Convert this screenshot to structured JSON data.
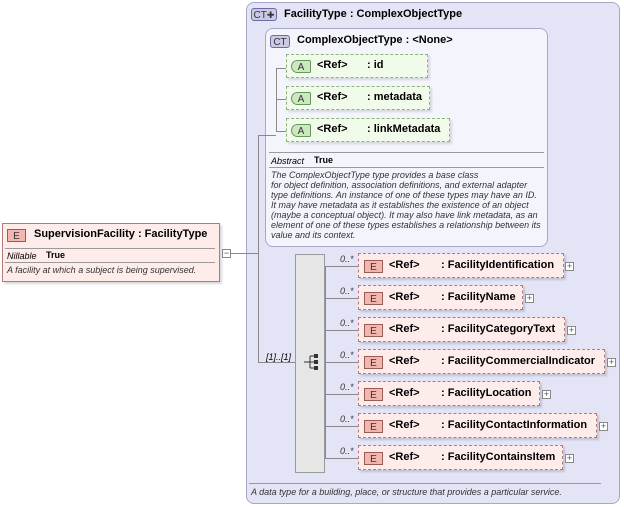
{
  "facility_type": {
    "badge": "CT",
    "name": "FacilityType",
    "base": ": ComplexObjectType",
    "doc": "A data type for a building, place, or structure that provides a particular service."
  },
  "complex_object_type": {
    "badge": "CT",
    "name": "ComplexObjectType",
    "base": ": <None>",
    "attributes": [
      {
        "badge": "A",
        "ref": "<Ref>",
        "name": ": id"
      },
      {
        "badge": "A",
        "ref": "<Ref>",
        "name": ": metadata"
      },
      {
        "badge": "A",
        "ref": "<Ref>",
        "name": ": linkMetadata"
      }
    ],
    "abstract_label": "Abstract",
    "abstract_value": "True",
    "doc_lines": [
      "The ComplexObjectType type provides a base class",
      "for object definition, association definitions, and external adapter",
      "type definitions. An instance of one of these types may have an ID.",
      "It may have metadata as it establishes the existence of an object",
      "(maybe a conceptual object). It may also have link metadata, as an",
      "element of one of these types establishes a relationship between its",
      "value and its context."
    ]
  },
  "supervision_facility": {
    "badge": "E",
    "name": "SupervisionFacility",
    "type": ": FacilityType",
    "nillable_label": "Nillable",
    "nillable_value": "True",
    "doc": "A facility at which a subject is being supervised."
  },
  "sequence": {
    "cardinality": "[1]..[1]",
    "elements": [
      {
        "card": "0..*",
        "badge": "E",
        "ref": "<Ref>",
        "name": ": FacilityIdentification"
      },
      {
        "card": "0..*",
        "badge": "E",
        "ref": "<Ref>",
        "name": ": FacilityName"
      },
      {
        "card": "0..*",
        "badge": "E",
        "ref": "<Ref>",
        "name": ": FacilityCategoryText"
      },
      {
        "card": "0..*",
        "badge": "E",
        "ref": "<Ref>",
        "name": ": FacilityCommercialIndicator"
      },
      {
        "card": "0..*",
        "badge": "E",
        "ref": "<Ref>",
        "name": ": FacilityLocation"
      },
      {
        "card": "0..*",
        "badge": "E",
        "ref": "<Ref>",
        "name": ": FacilityContactInformation"
      },
      {
        "card": "0..*",
        "badge": "E",
        "ref": "<Ref>",
        "name": ": FacilityContainsItem"
      }
    ]
  },
  "icons": {
    "expand": "plus-icon",
    "sequence": "sequence-compositor-icon",
    "ct_badge_extra": "plus-badge-icon"
  }
}
